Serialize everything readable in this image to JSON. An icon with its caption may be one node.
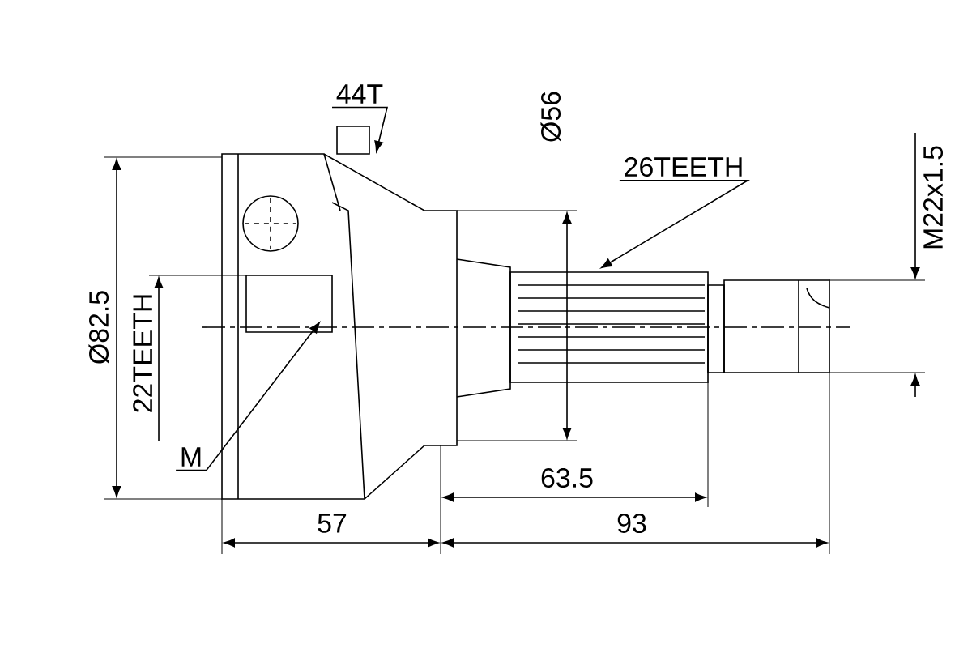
{
  "diagram": {
    "nodes": [
      {
        "text": [
          "44T"
        ]
      },
      {
        "text": [
          "26TEETH"
        ]
      },
      {
        "text": [
          "M"
        ]
      }
    ],
    "edges": [
      {
        "from": 0,
        "to": null,
        "arrow": "to"
      },
      {
        "from": 1,
        "to": null,
        "arrow": "to"
      },
      {
        "from": 2,
        "to": null,
        "arrow": "to"
      }
    ],
    "labels": [
      "Ø56",
      "M22x1.5",
      "Ø82.5",
      "22TEETH",
      "63.5",
      "57",
      "93"
    ]
  }
}
